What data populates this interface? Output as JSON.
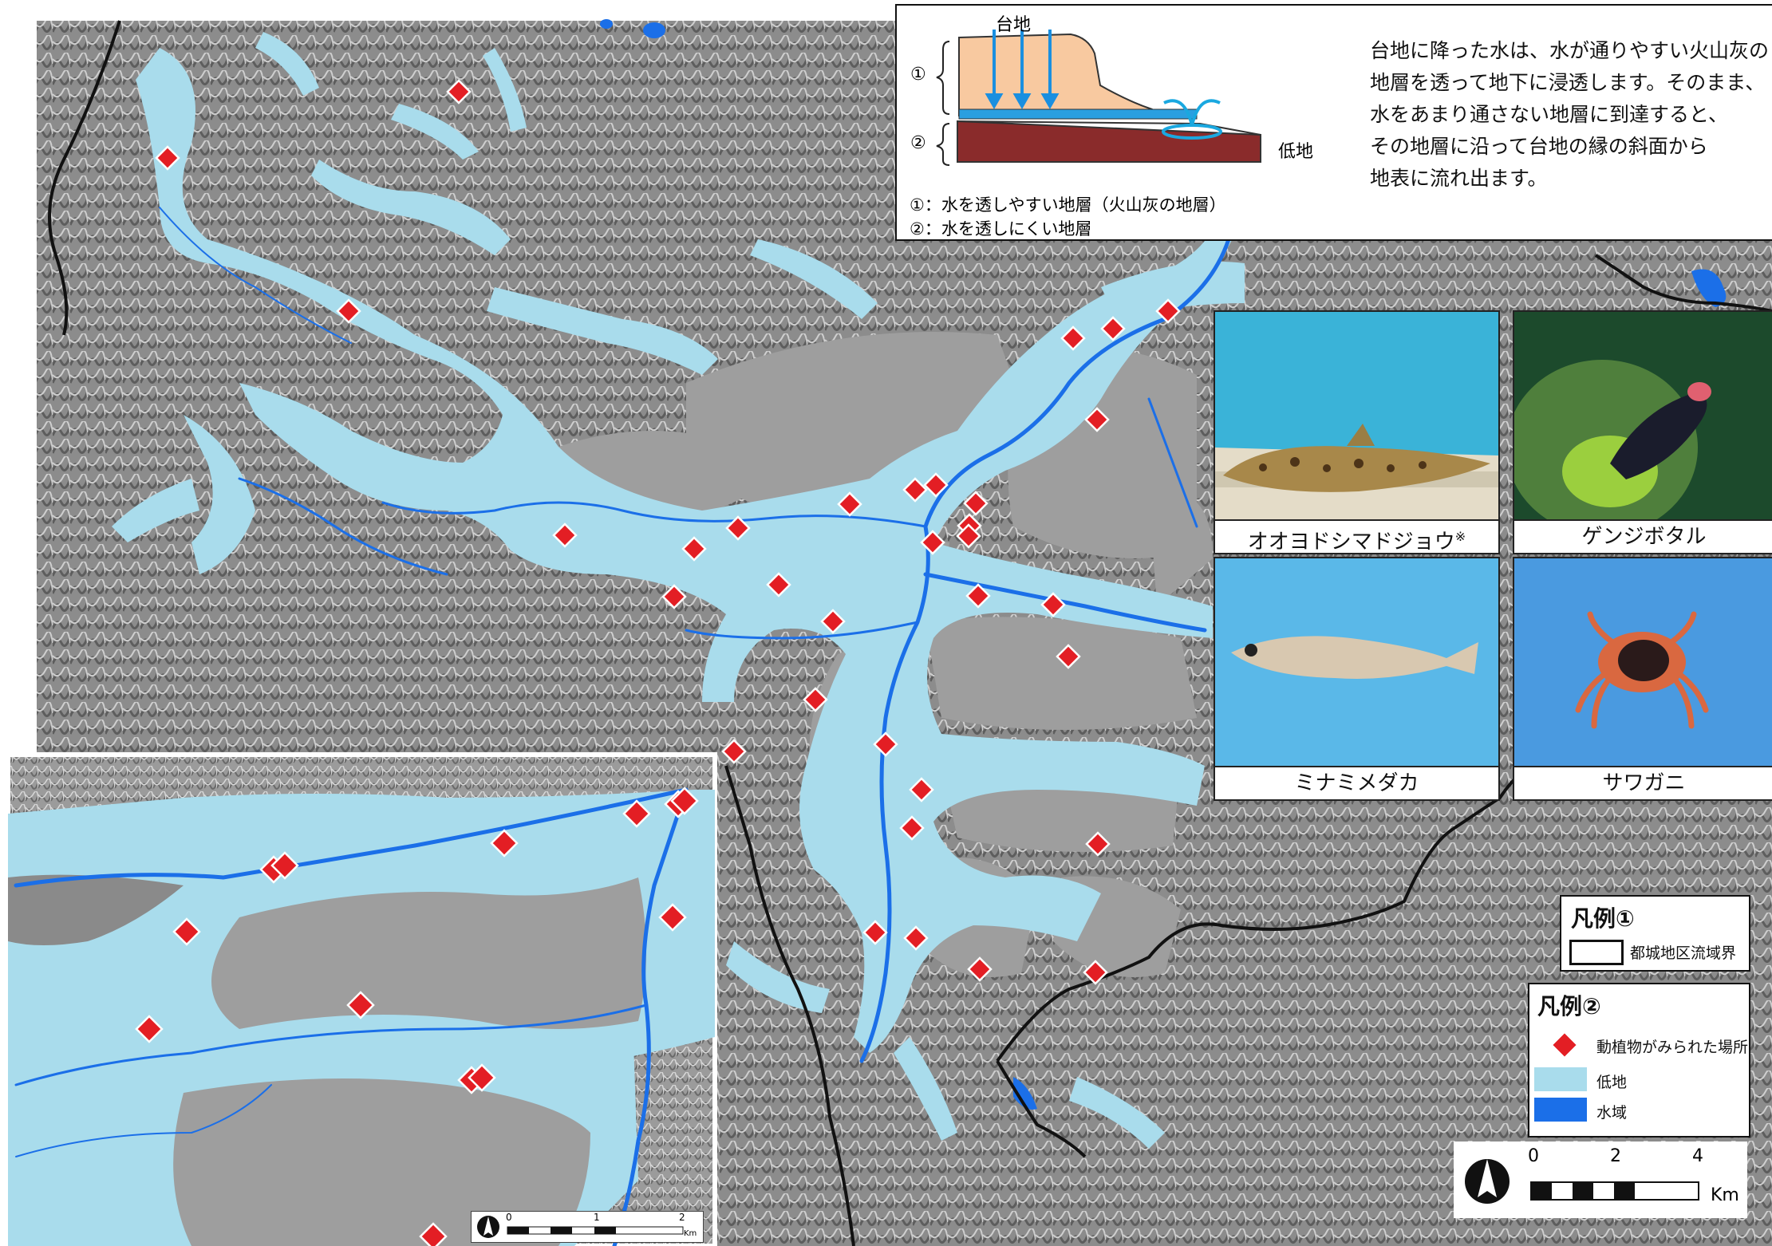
{
  "colors": {
    "lowland": "#a9dcec",
    "water": "#1b6fe8",
    "marker": "#e31e24",
    "terrain": "#8d8d8d",
    "boundary": "#111111"
  },
  "diagram": {
    "top_label": "台地",
    "low_label": "低地",
    "layer1_num": "①",
    "layer2_num": "②",
    "note1": "①：水を透しやすい地層（火山灰の地層）",
    "note2": "②：水を透しにくい地層"
  },
  "explanation": [
    "台地に降った水は、水が通りやすい火山灰の",
    "地層を透って地下に浸透します。そのまま、",
    "水をあまり通さない地層に到達すると、",
    "その地層に沿って台地の縁の斜面から",
    "地表に流れ出ます。"
  ],
  "photos": {
    "p1": "オオヨドシマドジョウ",
    "p1_mark": "※",
    "p2": "ゲンジボタル",
    "p3": "ミナミメダカ",
    "p4": "サワガニ"
  },
  "legend1": {
    "title": "凡例①",
    "boundary": "都城地区流域界"
  },
  "legend2": {
    "title": "凡例②",
    "marker": "動植物がみられた場所",
    "lowland": "低地",
    "water": "水域"
  },
  "scale_main": {
    "t0": "0",
    "t1": "2",
    "t2": "4",
    "unit": "Km"
  },
  "scale_inset": {
    "t0": "0",
    "t1": "1",
    "t2": "2",
    "unit": "Km"
  }
}
